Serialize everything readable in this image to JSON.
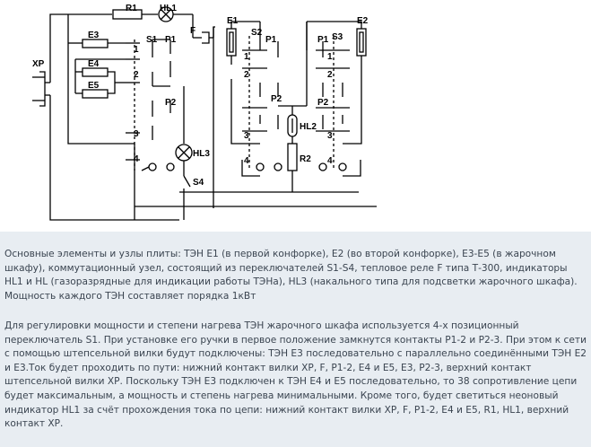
{
  "diagram": {
    "labels": {
      "r1": "R1",
      "hl1": "HL1",
      "xp": "XP",
      "e3": "E3",
      "e4": "E4",
      "e5": "E5",
      "s1": "S1",
      "p1_a": "P1",
      "f": "F",
      "e1": "E1",
      "s2": "S2",
      "p1_b": "P1",
      "p1_c": "P1",
      "s3": "S3",
      "e2": "E2",
      "p2_a": "P2",
      "p2_b": "P2",
      "p2_c": "P2",
      "hl2": "HL2",
      "hl3": "HL3",
      "r2": "R2",
      "s4": "S4",
      "n1_a": "1",
      "n2_a": "2",
      "n3_a": "3",
      "n4_a": "4",
      "n1_b": "1",
      "n2_b": "2",
      "n3_b": "3",
      "n4_b": "4",
      "n1_c": "1",
      "n2_c": "2",
      "n3_c": "3",
      "n4_c": "4"
    }
  },
  "text": {
    "paragraph1": "Основные элементы и узлы плиты: ТЭН Е1 (в первой конфорке), Е2 (во второй конфорке), Е3-Е5 (в жарочном шкафу), коммутационный узел, состоящий из переключателей S1-S4, тепловое реле F типа Т-300, индикаторы HL1 и HL (газоразрядные для индикации работы ТЭНа), HL3 (накального типа для подсветки жарочного шкафа). Мощность каждого ТЭН составляет порядка 1кВт",
    "paragraph2": "Для регулировки мощности и степени нагрева ТЭН жарочного шкафа используется 4-х позиционный переключатель S1. При установке его ручки в первое положение замкнутся контакты Р1-2 и Р2-3. При этом к сети с помощью штепсельной вилки будут подключены: ТЭН Е3 последовательно с параллельно соединёнными ТЭН Е2 и Е3.Ток будет проходить по пути: нижний контакт вилки ХР, F, P1-2, E4 и Е5, Е3, Р2-3, верхний контакт штепсельной вилки ХР. Поскольку ТЭН Е3 подключен к ТЭН Е4 и Е5 последовательно, то 38 сопротивление цепи будет максимальным, а мощность и степень нагрева минимальными. Кроме того, будет светиться неоновый индикатор HL1 за счёт прохождения тока по цепи: нижний контакт вилки ХР, F, P1-2, E4 и Е5, R1, HL1, верхний контакт ХР."
  }
}
